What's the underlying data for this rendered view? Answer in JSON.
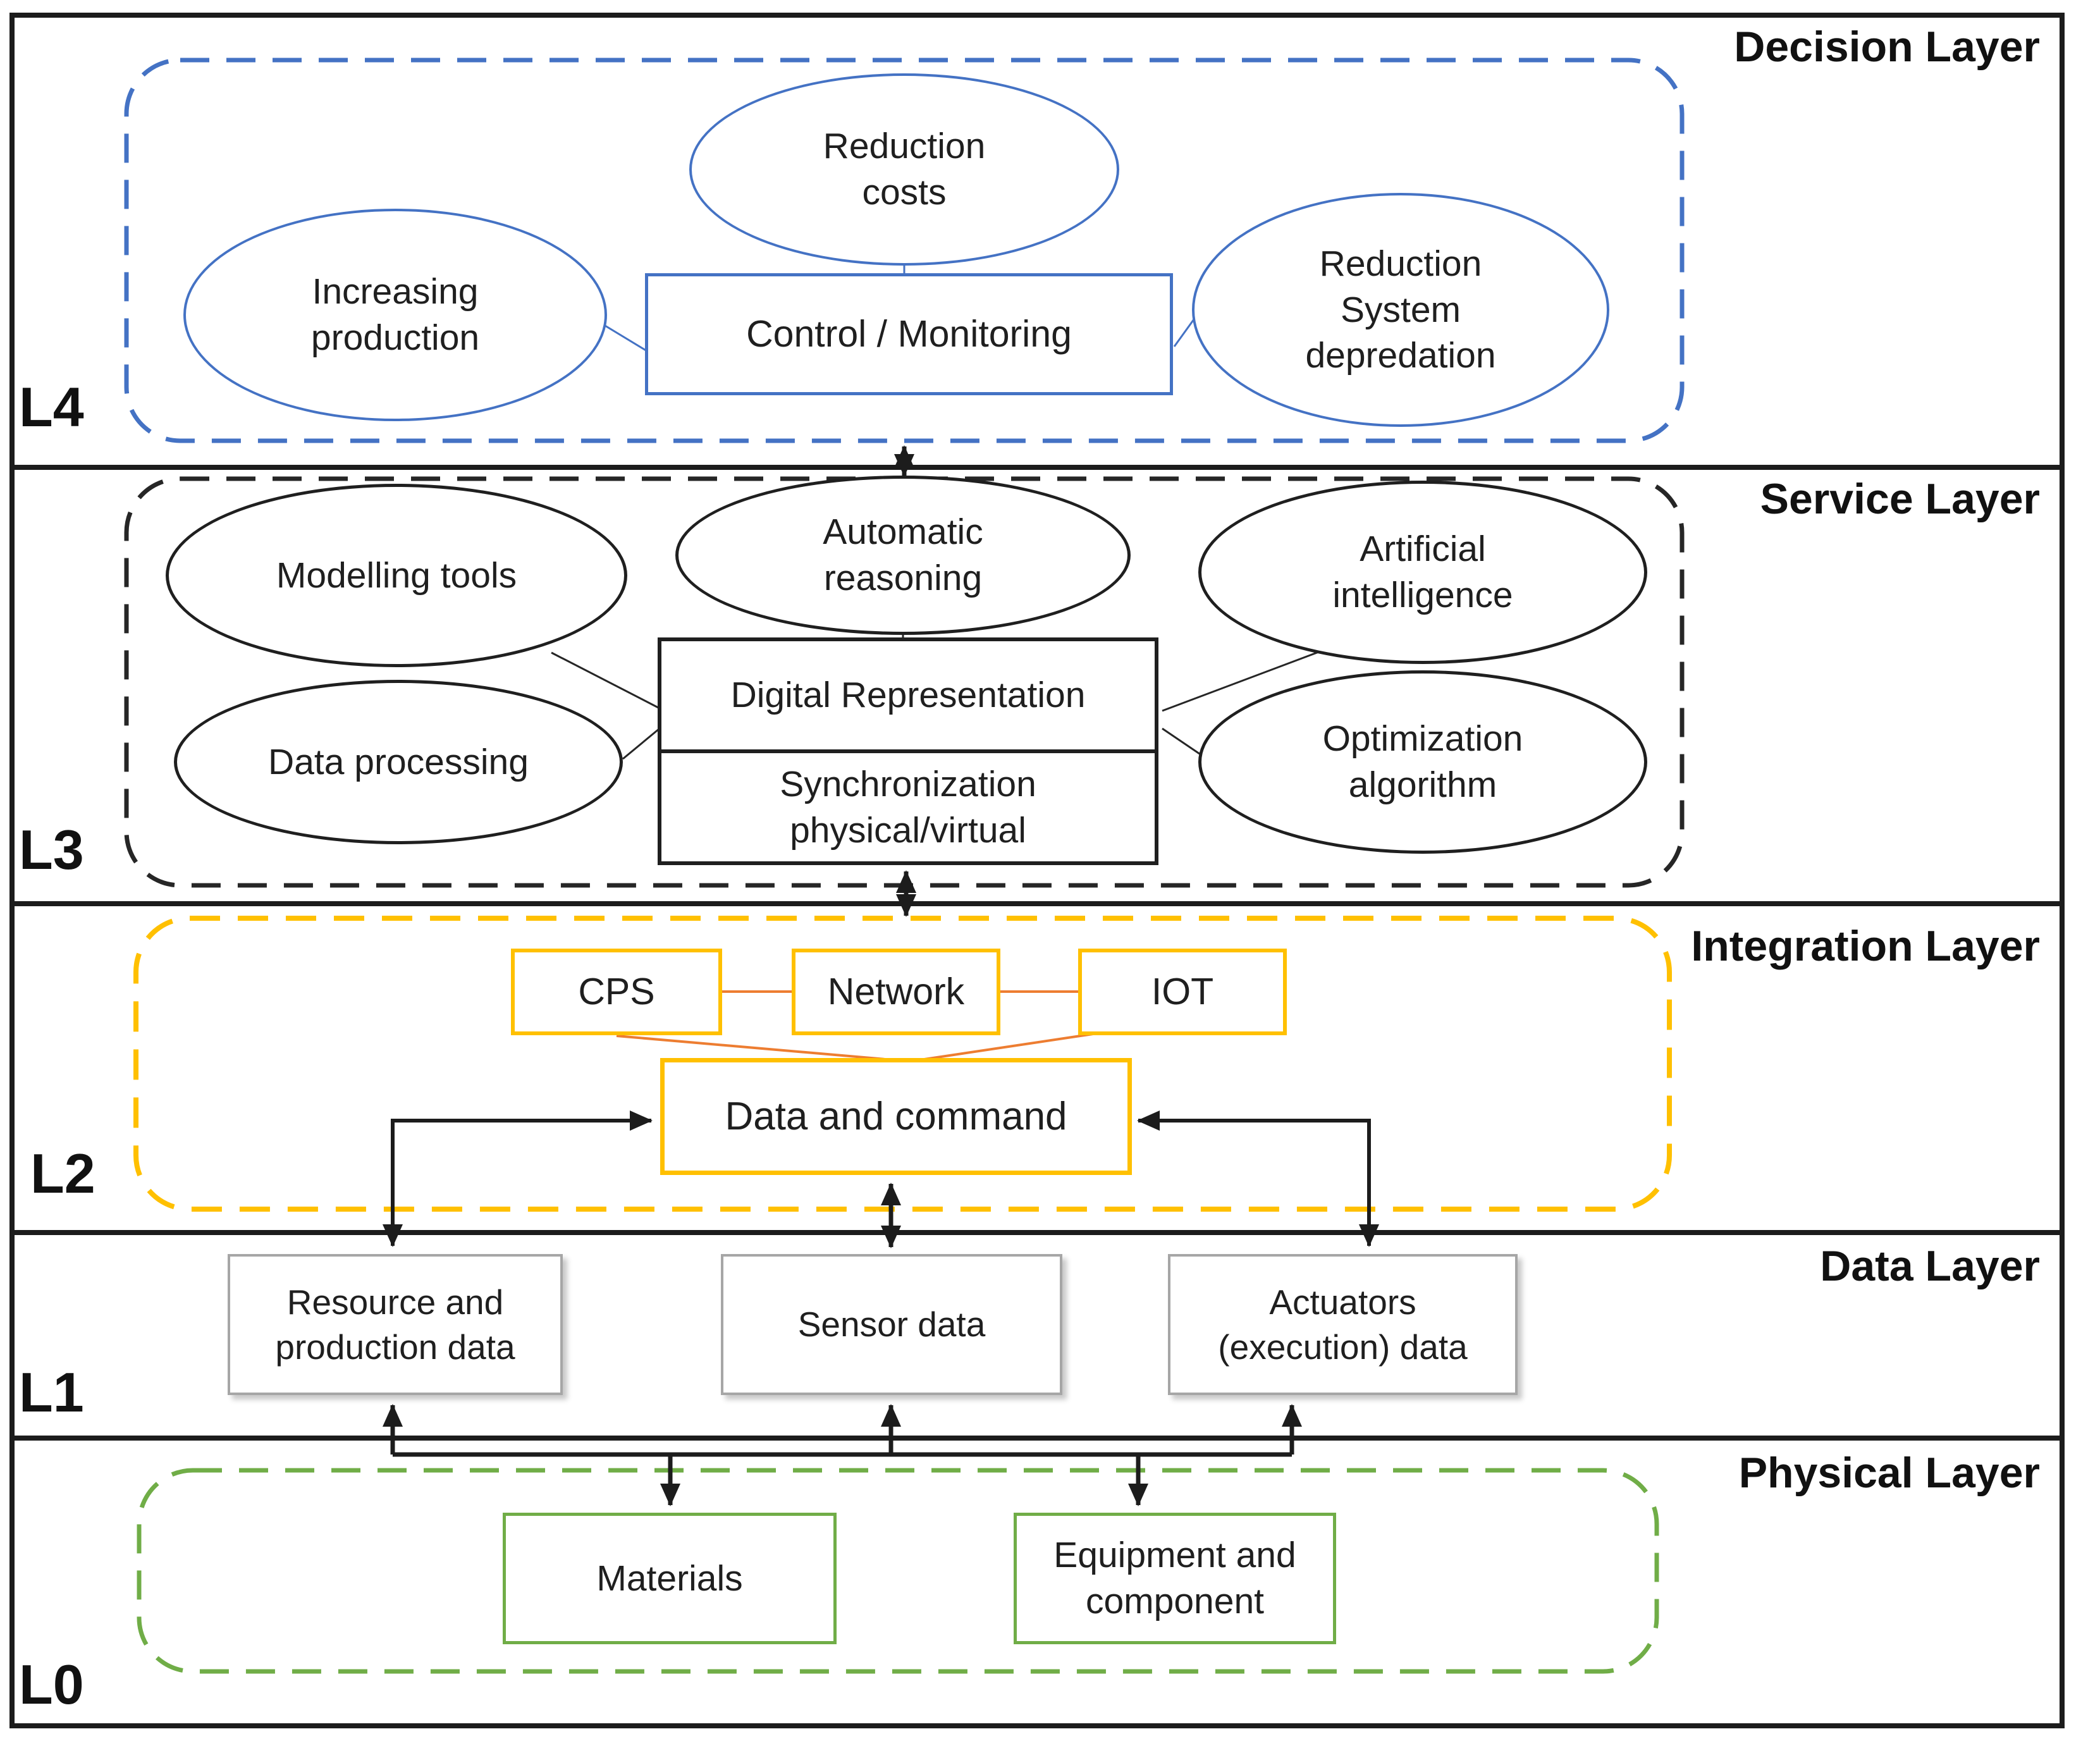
{
  "figure": {
    "name": "Smart factory layered architecture diagram",
    "colors": {
      "decision_blue": "#4472C4",
      "service_black": "#1F1F1F",
      "integration_gold": "#FFC000",
      "connector_orange": "#ED7D31",
      "physical_green": "#70AD47",
      "data_gray": "#A6A6A6"
    }
  },
  "l4": {
    "label": "L4",
    "title": "Decision Layer",
    "increasing_production": "Increasing\nproduction",
    "reduction_costs": "Reduction\ncosts",
    "control_monitoring": "Control / Monitoring",
    "reduction_system_depredation": "Reduction\nSystem\ndepredation"
  },
  "l3": {
    "label": "L3",
    "title": "Service Layer",
    "modelling_tools": "Modelling tools",
    "automatic_reasoning": "Automatic\nreasoning",
    "artificial_intelligence": "Artificial\nintelligence",
    "data_processing": "Data processing",
    "optimization_algorithm": "Optimization\nalgorithm",
    "digital_representation": "Digital Representation",
    "synchronization": "Synchronization\nphysical/virtual"
  },
  "l2": {
    "label": "L2",
    "title": "Integration Layer",
    "cps": "CPS",
    "network": "Network",
    "iot": "IOT",
    "data_and_command": "Data and command"
  },
  "l1": {
    "label": "L1",
    "title": "Data Layer",
    "resource_production_data": "Resource and\nproduction data",
    "sensor_data": "Sensor data",
    "actuators_data": "Actuators\n(execution) data"
  },
  "l0": {
    "label": "L0",
    "title": "Physical Layer",
    "materials": "Materials",
    "equipment_component": "Equipment and\ncomponent"
  }
}
